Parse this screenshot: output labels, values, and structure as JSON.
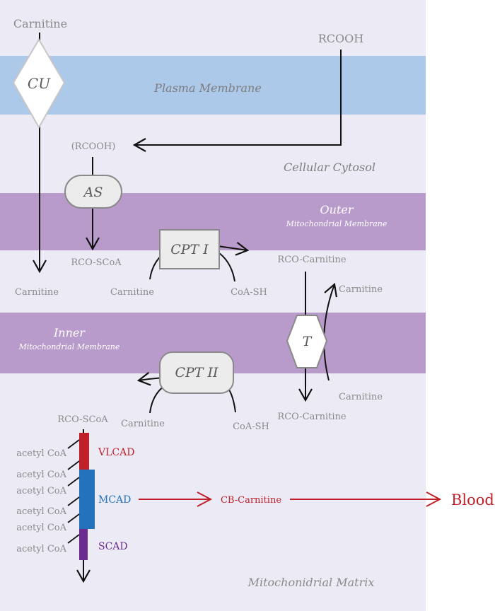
{
  "regions": {
    "plasma_membrane": "Plasma Membrane",
    "cytosol": "Cellular Cytosol",
    "outer_membrane_title": "Outer",
    "outer_membrane_sub": "Mitochondrial Membrane",
    "inner_membrane_title": "Inner",
    "inner_membrane_sub": "Mitochondrial Membrane",
    "matrix": "Mitochonidrial Matrix"
  },
  "enzymes": {
    "cu": "CU",
    "as": "AS",
    "cpt1": "CPT I",
    "t": "T",
    "cpt2": "CPT II"
  },
  "molecules": {
    "carnitine_outside": "Carnitine",
    "rcooh_outside": "RCOOH",
    "rcooh_cytosol": "(RCOOH)",
    "rco_scoa_cytosol": "RCO-SCoA",
    "carnitine_cytosol_left": "Carnitine",
    "carnitine_cpt1": "Carnitine",
    "coash_cpt1": "CoA-SH",
    "rco_carnitine_cytosol": "RCO-Carnitine",
    "carnitine_t_out": "Carnitine",
    "carnitine_t_in": "Carnitine",
    "rco_carnitine_matrix": "RCO-Carnitine",
    "rco_scoa_matrix": "RCO-SCoA",
    "carnitine_cpt2": "Carnitine",
    "coash_cpt2": "CoA-SH",
    "cb_carnitine": "CB-Carnitine",
    "blood": "Blood"
  },
  "beta_oxidation": {
    "acetyl_coa": [
      "acetyl CoA",
      "acetyl CoA",
      "acetyl CoA",
      "acetyl CoA",
      "acetyl CoA",
      "acetyl CoA"
    ],
    "vlcad": "VLCAD",
    "mcad": "MCAD",
    "scad": "SCAD"
  },
  "colors": {
    "matrix_bg": "#eceaf5",
    "plasma_membrane": "#adc9ea",
    "mito_membrane": "#b89bcb",
    "vlcad": "#c0202a",
    "mcad": "#2472bb",
    "scad": "#6b2b8f",
    "export_arrow": "#c0202a"
  }
}
